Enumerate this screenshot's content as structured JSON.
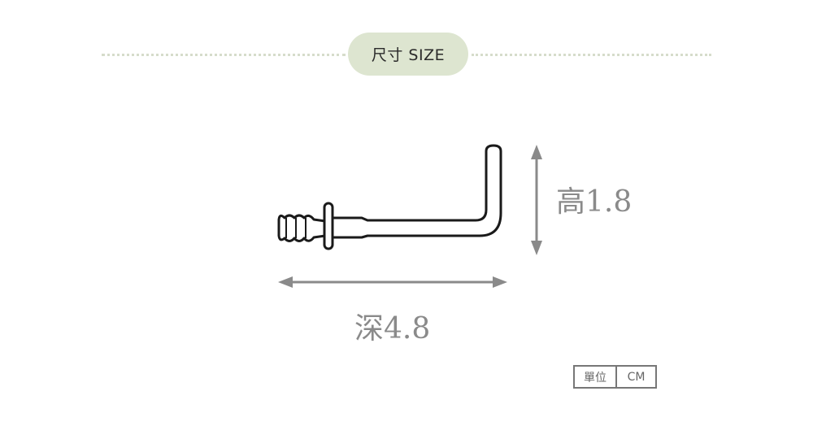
{
  "header": {
    "title": "尺寸 SIZE"
  },
  "dimensions": {
    "height_label": "高1.8",
    "depth_label": "深4.8"
  },
  "unit": {
    "label": "單位",
    "value": "CM"
  },
  "colors": {
    "pill": "#dde5d0",
    "arrow": "#8a8a8a",
    "outline": "#1a1a1a"
  }
}
